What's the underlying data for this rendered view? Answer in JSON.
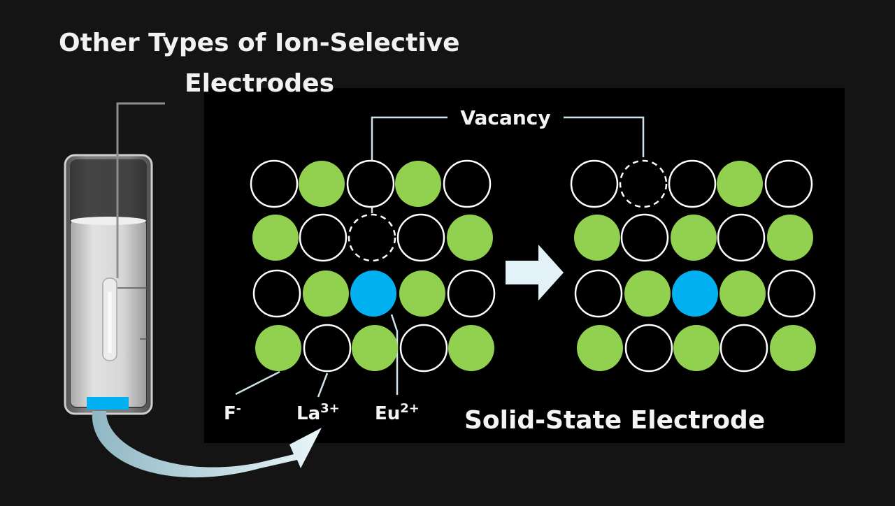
{
  "title": {
    "line1": "Other Types of Ion-Selective",
    "line2": "Electrodes"
  },
  "vacancy_label": "Vacancy",
  "ion_labels": {
    "fluoride_base": "F",
    "fluoride_sup": "-",
    "lanthanum_base": "La",
    "lanthanum_sup": "3+",
    "europium_base": "Eu",
    "europium_sup": "2+"
  },
  "subtitle": "Solid-State Electrode",
  "colors": {
    "background": "#141414",
    "panel": "#000000",
    "fluoride_ion": "#92d050",
    "europium_ion": "#00b0f0",
    "lanthanum_ion": "#000000",
    "arrow": "#e3f2f8",
    "leader_line": "#cde3ea"
  },
  "icons": [
    "electrode-tube",
    "transition-arrow",
    "curved-arrow"
  ],
  "lattice_before": [
    [
      "La",
      "F",
      "La",
      "F",
      "La"
    ],
    [
      "F",
      "La",
      "vacancy",
      "La",
      "F"
    ],
    [
      "La",
      "F",
      "Eu",
      "F",
      "La"
    ],
    [
      "F",
      "La",
      "F",
      "La",
      "F"
    ]
  ],
  "lattice_after": [
    [
      "La",
      "vacancy",
      "La",
      "F",
      "La"
    ],
    [
      "F",
      "La",
      "F",
      "La",
      "F"
    ],
    [
      "La",
      "F",
      "Eu",
      "F",
      "La"
    ],
    [
      "F",
      "La",
      "F",
      "La",
      "F"
    ]
  ]
}
